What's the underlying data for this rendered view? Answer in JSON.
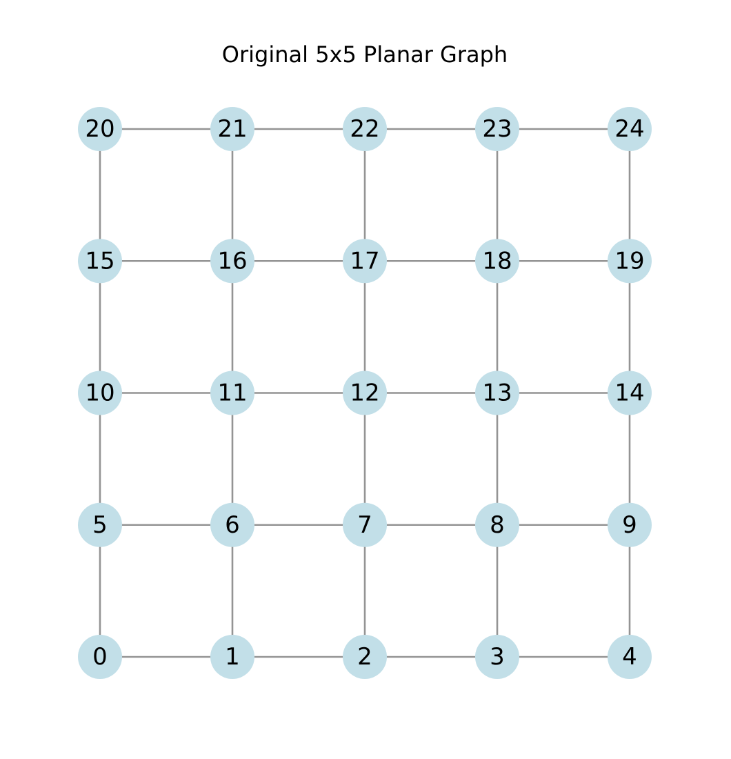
{
  "title": "Original 5x5 Planar Graph",
  "colors": {
    "node_fill": "#c2dfe8",
    "edge": "#949494",
    "label": "#000000",
    "background": "#ffffff"
  },
  "grid": {
    "rows": 5,
    "cols": 5
  },
  "nodes": [
    {
      "id": "0",
      "label": "0",
      "row": 0,
      "col": 0
    },
    {
      "id": "1",
      "label": "1",
      "row": 0,
      "col": 1
    },
    {
      "id": "2",
      "label": "2",
      "row": 0,
      "col": 2
    },
    {
      "id": "3",
      "label": "3",
      "row": 0,
      "col": 3
    },
    {
      "id": "4",
      "label": "4",
      "row": 0,
      "col": 4
    },
    {
      "id": "5",
      "label": "5",
      "row": 1,
      "col": 0
    },
    {
      "id": "6",
      "label": "6",
      "row": 1,
      "col": 1
    },
    {
      "id": "7",
      "label": "7",
      "row": 1,
      "col": 2
    },
    {
      "id": "8",
      "label": "8",
      "row": 1,
      "col": 3
    },
    {
      "id": "9",
      "label": "9",
      "row": 1,
      "col": 4
    },
    {
      "id": "10",
      "label": "10",
      "row": 2,
      "col": 0
    },
    {
      "id": "11",
      "label": "11",
      "row": 2,
      "col": 1
    },
    {
      "id": "12",
      "label": "12",
      "row": 2,
      "col": 2
    },
    {
      "id": "13",
      "label": "13",
      "row": 2,
      "col": 3
    },
    {
      "id": "14",
      "label": "14",
      "row": 2,
      "col": 4
    },
    {
      "id": "15",
      "label": "15",
      "row": 3,
      "col": 0
    },
    {
      "id": "16",
      "label": "16",
      "row": 3,
      "col": 1
    },
    {
      "id": "17",
      "label": "17",
      "row": 3,
      "col": 2
    },
    {
      "id": "18",
      "label": "18",
      "row": 3,
      "col": 3
    },
    {
      "id": "19",
      "label": "19",
      "row": 3,
      "col": 4
    },
    {
      "id": "20",
      "label": "20",
      "row": 4,
      "col": 0
    },
    {
      "id": "21",
      "label": "21",
      "row": 4,
      "col": 1
    },
    {
      "id": "22",
      "label": "22",
      "row": 4,
      "col": 2
    },
    {
      "id": "23",
      "label": "23",
      "row": 4,
      "col": 3
    },
    {
      "id": "24",
      "label": "24",
      "row": 4,
      "col": 4
    }
  ],
  "edges": [
    [
      "0",
      "1"
    ],
    [
      "1",
      "2"
    ],
    [
      "2",
      "3"
    ],
    [
      "3",
      "4"
    ],
    [
      "5",
      "6"
    ],
    [
      "6",
      "7"
    ],
    [
      "7",
      "8"
    ],
    [
      "8",
      "9"
    ],
    [
      "10",
      "11"
    ],
    [
      "11",
      "12"
    ],
    [
      "12",
      "13"
    ],
    [
      "13",
      "14"
    ],
    [
      "15",
      "16"
    ],
    [
      "16",
      "17"
    ],
    [
      "17",
      "18"
    ],
    [
      "18",
      "19"
    ],
    [
      "20",
      "21"
    ],
    [
      "21",
      "22"
    ],
    [
      "22",
      "23"
    ],
    [
      "23",
      "24"
    ],
    [
      "0",
      "5"
    ],
    [
      "5",
      "10"
    ],
    [
      "10",
      "15"
    ],
    [
      "15",
      "20"
    ],
    [
      "1",
      "6"
    ],
    [
      "6",
      "11"
    ],
    [
      "11",
      "16"
    ],
    [
      "16",
      "21"
    ],
    [
      "2",
      "7"
    ],
    [
      "7",
      "12"
    ],
    [
      "12",
      "17"
    ],
    [
      "17",
      "22"
    ],
    [
      "3",
      "8"
    ],
    [
      "8",
      "13"
    ],
    [
      "13",
      "18"
    ],
    [
      "18",
      "23"
    ],
    [
      "4",
      "9"
    ],
    [
      "9",
      "14"
    ],
    [
      "14",
      "19"
    ],
    [
      "19",
      "24"
    ]
  ]
}
